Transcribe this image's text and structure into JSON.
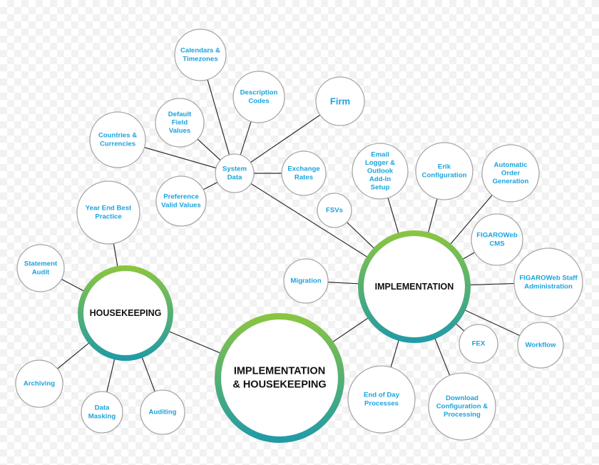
{
  "hubs": {
    "center": [
      "IMPLEMENTATION",
      "& HOUSEKEEPING"
    ],
    "implementation": [
      "IMPLEMENTATION"
    ],
    "housekeeping": [
      "HOUSEKEEPING"
    ]
  },
  "nodes": {
    "system_data": [
      "System",
      "Data"
    ],
    "calendars_timezones": [
      "Calendars &",
      "Timezones"
    ],
    "description_codes": [
      "Description",
      "Codes"
    ],
    "firm": [
      "Firm"
    ],
    "default_field_values": [
      "Default",
      "Field",
      "Values"
    ],
    "countries_currencies": [
      "Countries &",
      "Currencies"
    ],
    "exchange_rates": [
      "Exchange",
      "Rates"
    ],
    "preference_valid_values": [
      "Preference",
      "Valid Values"
    ],
    "email_logger": [
      "Email",
      "Logger &",
      "Outlook",
      "Add-In",
      "Setup"
    ],
    "erik_configuration": [
      "Erik",
      "Configuration"
    ],
    "automatic_order_generation": [
      "Automatic",
      "Order",
      "Generation"
    ],
    "fsvs": [
      "FSVs"
    ],
    "figaroweb_cms": [
      "FIGAROWeb",
      "CMS"
    ],
    "migration": [
      "Migration"
    ],
    "figaroweb_staff_admin": [
      "FIGAROWeb Staff",
      "Administration"
    ],
    "fex": [
      "FEX"
    ],
    "workflow": [
      "Workflow"
    ],
    "end_of_day_processes": [
      "End of Day",
      "Processes"
    ],
    "download_config_processing": [
      "Download",
      "Configuration &",
      "Processing"
    ],
    "year_end_best_practice": [
      "Year End Best",
      "Practice"
    ],
    "statement_audit": [
      "Statement",
      "Audit"
    ],
    "archiving": [
      "Archiving"
    ],
    "data_masking": [
      "Data",
      "Masking"
    ],
    "auditing": [
      "Auditing"
    ]
  },
  "colors": {
    "ring_green": "#8cc63f",
    "ring_teal": "#1f9aa8",
    "label_blue": "#1aa3dd",
    "node_border": "#a8a8a8",
    "edge": "#2b2b2b",
    "hub_text": "#111111"
  }
}
